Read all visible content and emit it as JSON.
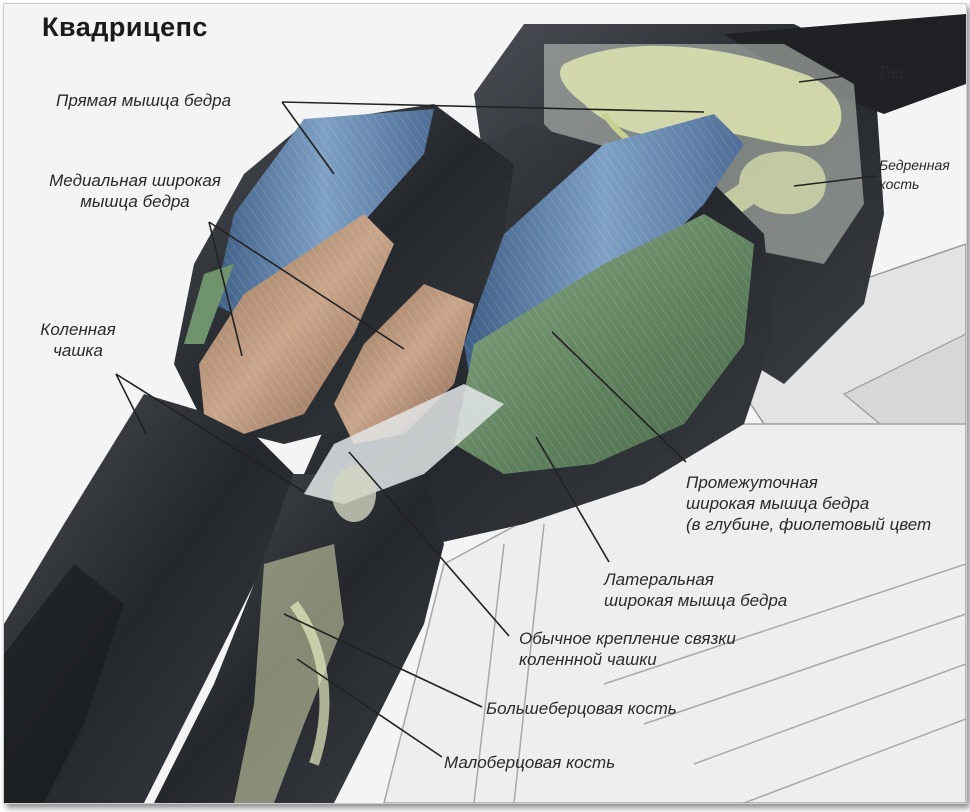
{
  "title": "Квадрицепс",
  "labels": {
    "pelvis": "Таз",
    "rectus_femoris": "Прямая мышца бедра",
    "femur": "Бедренная\nкость",
    "vastus_medialis": "Медиальная широкая\nмышца бедра",
    "patella": "Коленная\nчашка",
    "vastus_intermedius": "Промежуточная\nширокая мышца бедра\n(в глубине, фиолетовый цвет",
    "vastus_lateralis": "Латеральная\nширокая мышца бедра",
    "patellar_ligament": "Обычное крепление связки\nколеннной чашки",
    "tibia": "Большеберцовая кость",
    "fibula": "Малоберцовая кость"
  },
  "colors": {
    "rectus_femoris": "#5e7fa8",
    "vastus_medialis": "#b08e76",
    "vastus_lateralis": "#6d8f6b",
    "bone": "#d9dfa8",
    "suit": "#2c2f33"
  }
}
